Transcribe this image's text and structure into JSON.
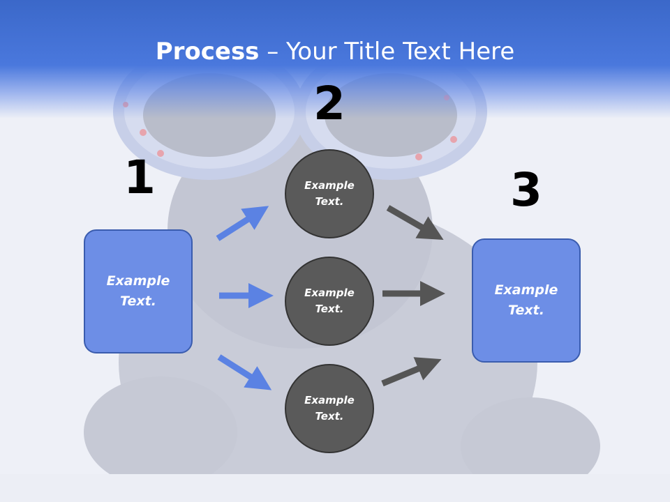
{
  "slide": {
    "title_bold": "Process",
    "title_rest": " – Your Title Text Here"
  },
  "steps": {
    "n1": "1",
    "n2": "2",
    "n3": "3"
  },
  "boxes": {
    "left": "Example Text.",
    "right": "Example Text."
  },
  "circles": [
    {
      "text": "Example Text."
    },
    {
      "text": "Example Text."
    },
    {
      "text": "Example Text."
    }
  ],
  "colors": {
    "header_blue": "#3b68c9",
    "box_fill": "#6d8ee6",
    "box_border": "#3a5cae",
    "circle_fill": "#5a5a5a",
    "arrow_blue": "#5b82e3",
    "arrow_gray": "#555555"
  }
}
